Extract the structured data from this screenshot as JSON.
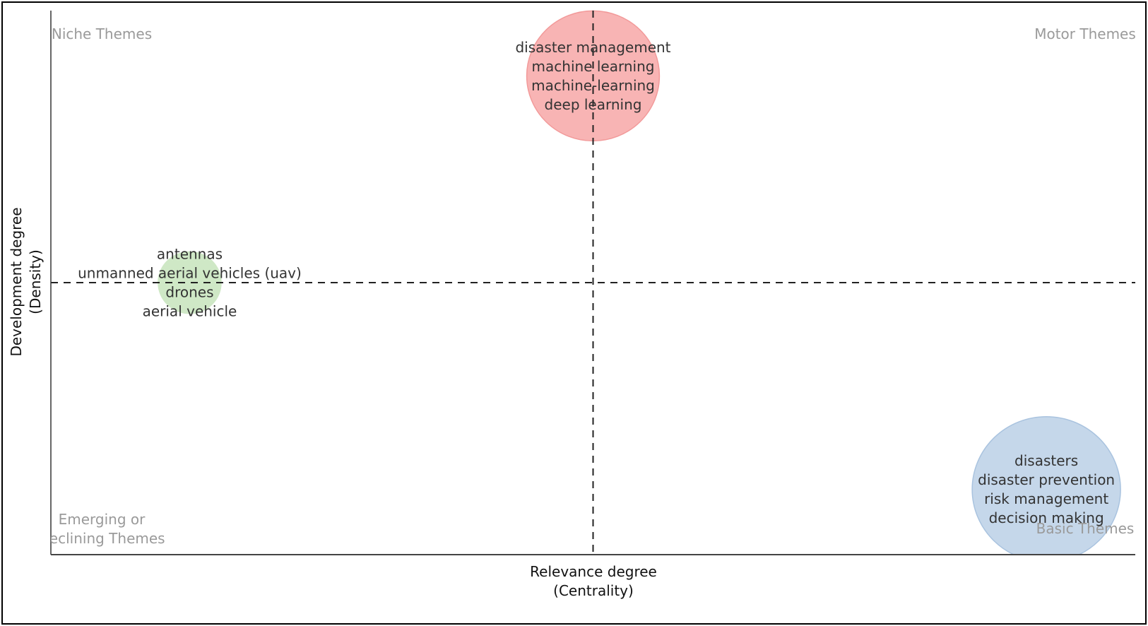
{
  "chart_data": {
    "type": "scatter",
    "subtype": "bubble-thematic-map",
    "xlabel": [
      "Relevance degree",
      "(Centrality)"
    ],
    "ylabel": [
      "Development degree",
      "(Density)"
    ],
    "xlim": [
      0,
      1
    ],
    "ylim": [
      0,
      1
    ],
    "grid": false,
    "reference_lines": {
      "x": 0.5,
      "y": 0.5,
      "style": "dashed"
    },
    "quadrant_labels": {
      "top_left": [
        "Niche Themes"
      ],
      "top_right": [
        "Motor Themes"
      ],
      "bottom_left": [
        "Emerging or",
        "Declining Themes"
      ],
      "bottom_right": [
        "Basic Themes"
      ]
    },
    "clusters": [
      {
        "x": 0.5,
        "y": 0.88,
        "size": 0.8,
        "color": "#f8b4b4",
        "stroke": "#f29a9a",
        "labels": [
          "disaster management",
          "machine learning",
          "machine-learning",
          "deep learning"
        ]
      },
      {
        "x": 0.128,
        "y": 0.5,
        "size": 0.18,
        "color": "#cfe8c6",
        "stroke": "#cfe8c6",
        "labels": [
          "antennas",
          "unmanned aerial vehicles (uav)",
          "drones",
          "aerial vehicle"
        ]
      },
      {
        "x": 0.918,
        "y": 0.12,
        "size": 1.0,
        "color": "#c5d7ea",
        "stroke": "#a9c3df",
        "labels": [
          "disasters",
          "disaster prevention",
          "risk management",
          "decision making"
        ]
      }
    ]
  }
}
